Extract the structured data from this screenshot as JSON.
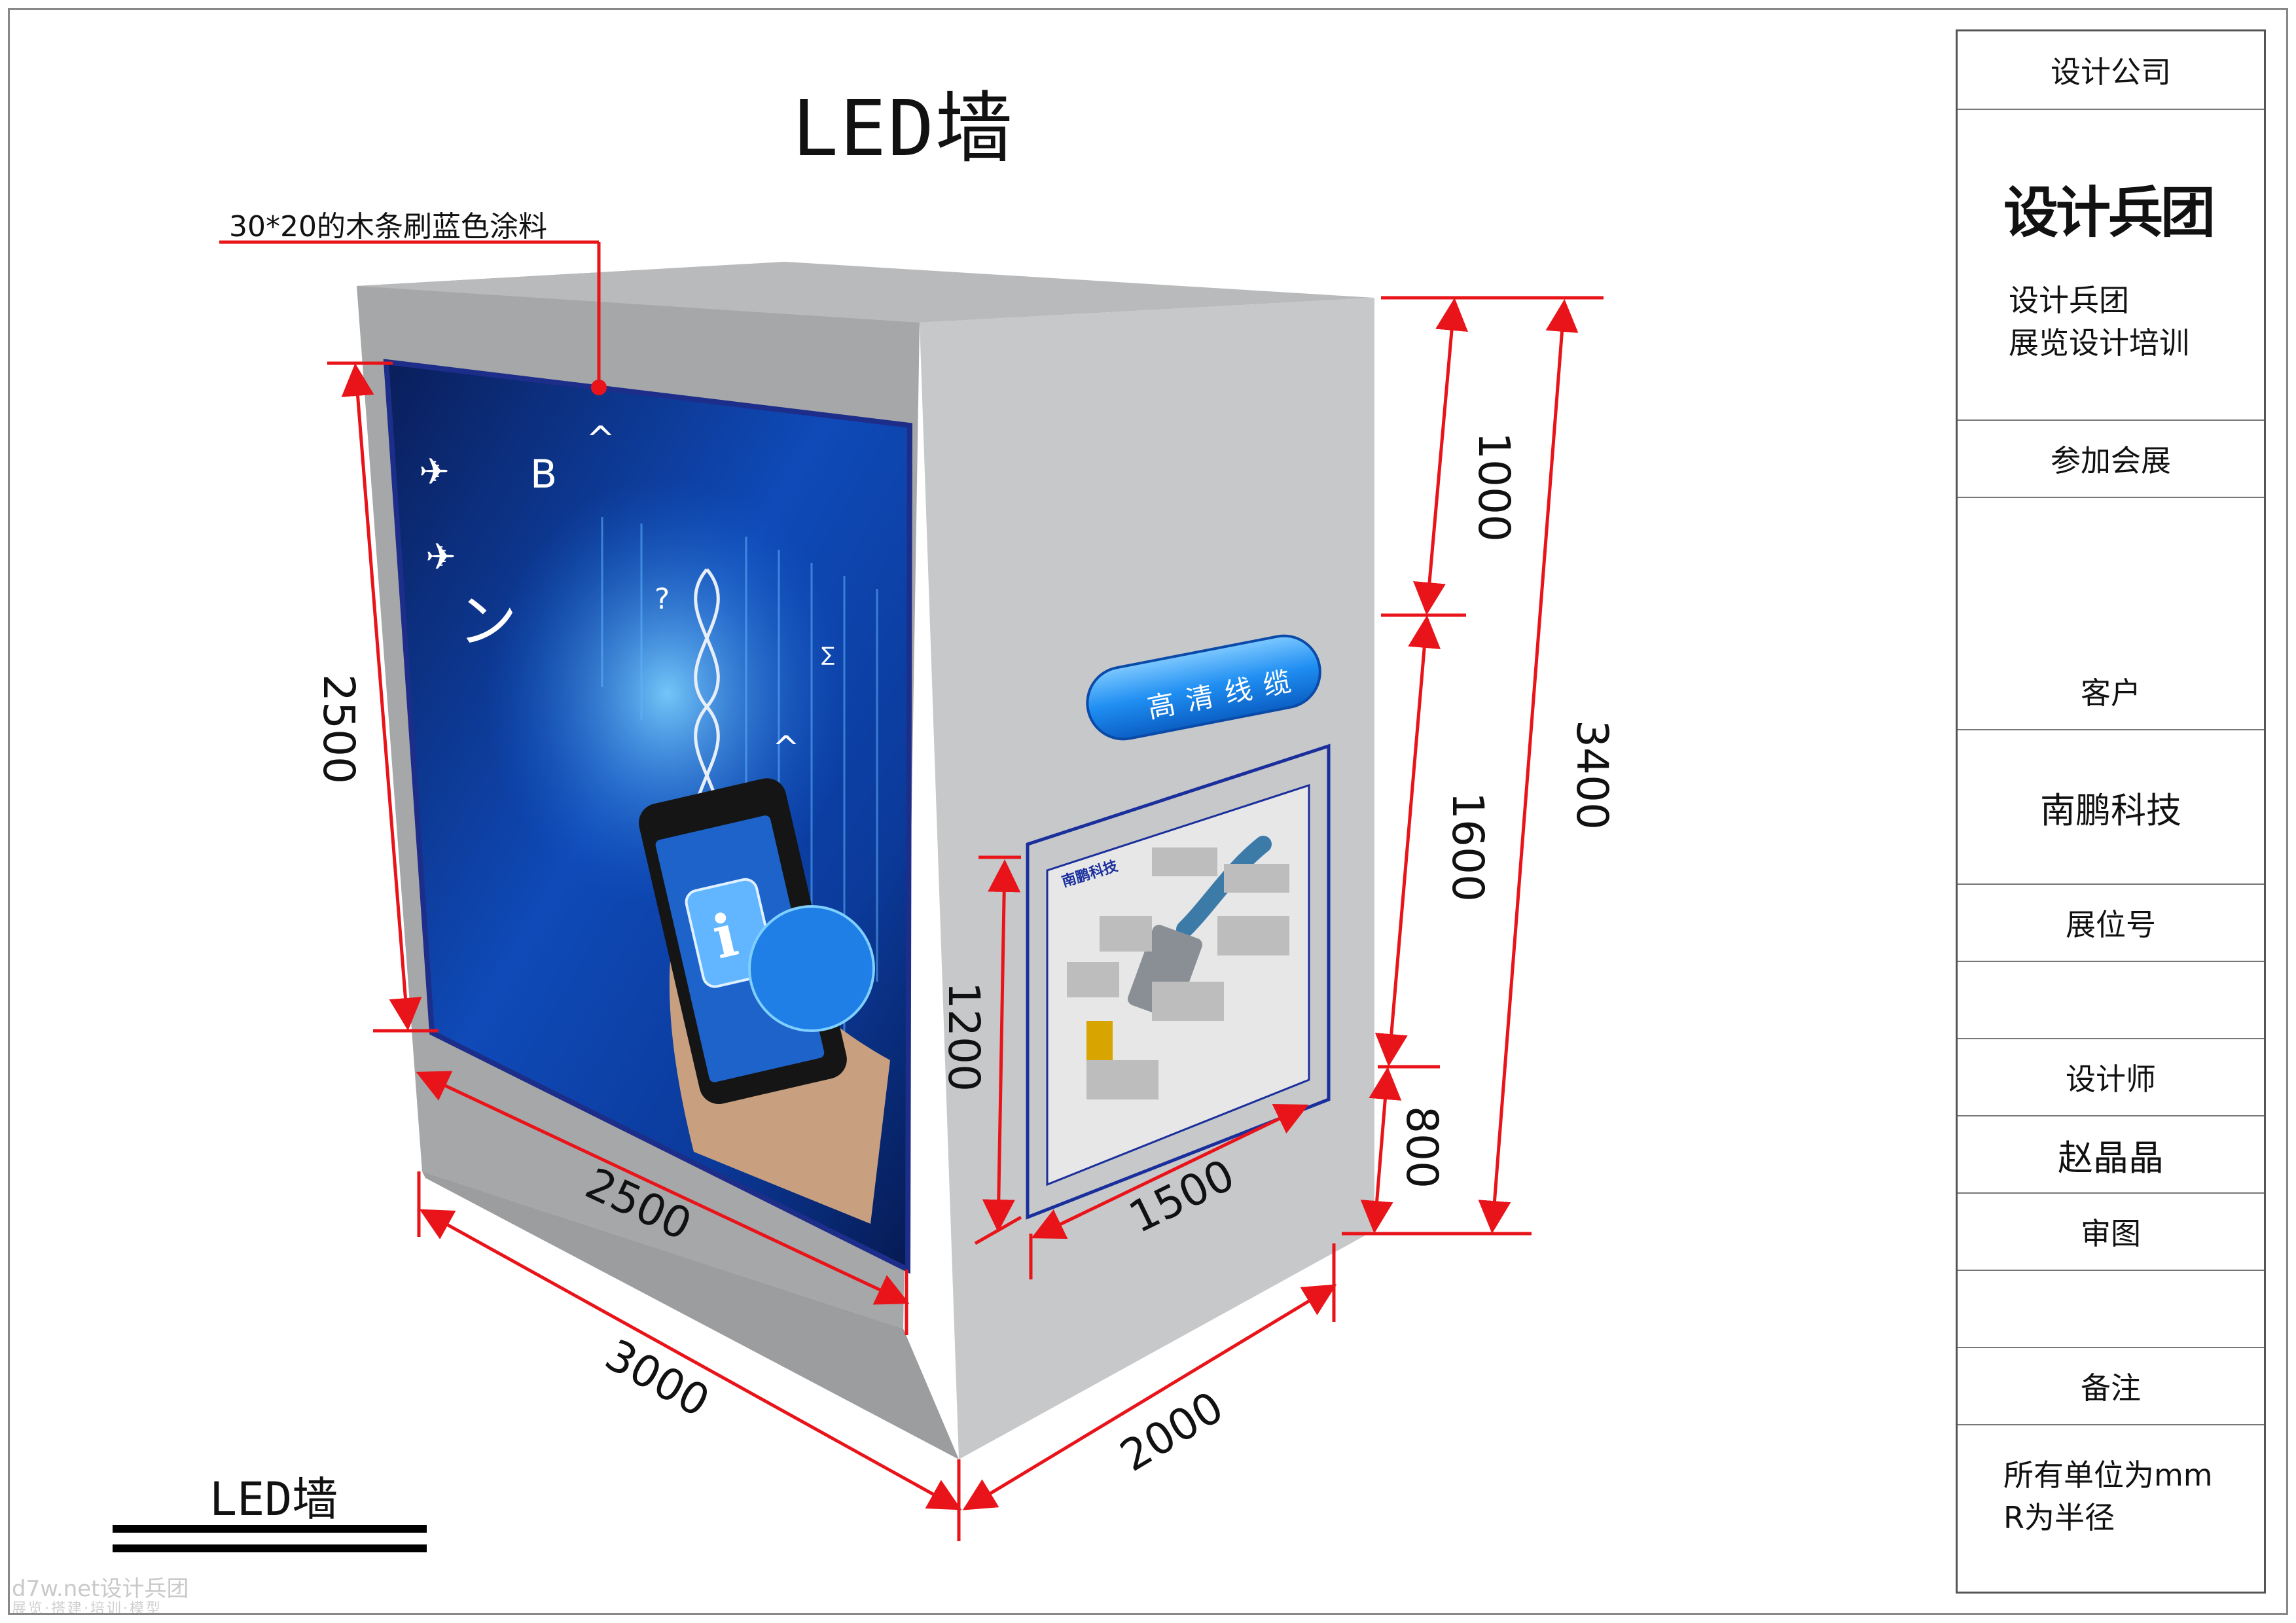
{
  "drawing": {
    "title": "LED墙",
    "callout": "30*20的木条刷蓝色涂料",
    "legend_label": "LED墙",
    "sign_text": "高清线缆",
    "dimensions": {
      "screen_height": "2500",
      "screen_width": "2500",
      "front_width": "3000",
      "side_depth": "2000",
      "panel_width": "1500",
      "panel_height": "1200",
      "top_segment": "1000",
      "middle_segment": "1600",
      "bottom_segment": "800",
      "total_height": "3400"
    },
    "panel_brand": "南鹏科技"
  },
  "title_block": {
    "design_company_label": "设计公司",
    "logo_text": "设计兵团",
    "company_line1": "设计兵团",
    "company_line2": "展览设计培训",
    "exhibition_label": "参加会展",
    "exhibition_value": "",
    "client_label": "客户",
    "client_value": "南鹏科技",
    "booth_label": "展位号",
    "booth_value": "",
    "designer_label": "设计师",
    "designer_value": "赵晶晶",
    "review_label": "审图",
    "review_value": "",
    "notes_label": "备注",
    "notes_line1": "所有单位为mm",
    "notes_line2": "R为半径"
  },
  "watermark": {
    "line1": "d7w.net设计兵团",
    "line2": "展览·搭建·培训·模型"
  },
  "colors": {
    "dimension_line": "#e8141a",
    "cabinet_front": "#a5a6a8",
    "cabinet_side": "#c9cacc",
    "screen_blue": "#0d3f9e",
    "sign_blue": "#1e8cf0",
    "panel_border": "#1a2f9c"
  }
}
